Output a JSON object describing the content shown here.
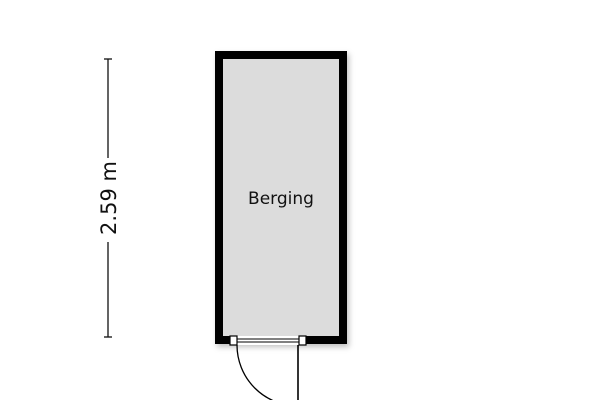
{
  "room": {
    "name": "Berging",
    "floor_color": "#dcdcdc",
    "wall_color": "#000000"
  },
  "dimension": {
    "label": "2.59 m",
    "line_color": "#111111"
  },
  "door": {
    "frame_color": "#000000",
    "swing": "outward-left-hinge"
  }
}
